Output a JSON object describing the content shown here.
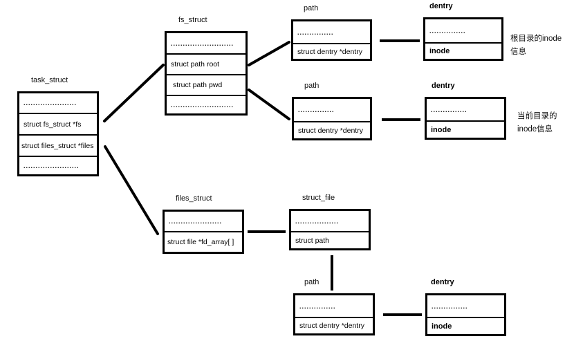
{
  "diagram": {
    "background_color": "#ffffff",
    "stroke_color": "#000000",
    "nodes": {
      "task_struct": {
        "title": "task_struct",
        "rows": [
          "......................",
          "struct fs_struct *fs",
          "struct files_struct *files",
          "......................."
        ]
      },
      "fs_struct": {
        "title": "fs_struct",
        "rows": [
          "..........................",
          "struct path root",
          "struct path pwd",
          ".........................."
        ]
      },
      "path_root": {
        "title": "path",
        "rows": [
          "...............",
          "struct dentry *dentry"
        ]
      },
      "dentry_root": {
        "title": "dentry",
        "rows": [
          "...............",
          "inode"
        ]
      },
      "path_pwd": {
        "title": "path",
        "rows": [
          "...............",
          "struct dentry *dentry"
        ]
      },
      "dentry_pwd": {
        "title": "dentry",
        "rows": [
          "...............",
          "inode"
        ]
      },
      "files_struct": {
        "title": "files_struct",
        "rows": [
          "......................",
          "struct file *fd_array[ ]"
        ]
      },
      "struct_file": {
        "title": "struct_file",
        "rows": [
          "..................",
          "struct path"
        ]
      },
      "path_file": {
        "title": "path",
        "rows": [
          "...............",
          "struct dentry *dentry"
        ]
      },
      "dentry_file": {
        "title": "dentry",
        "rows": [
          "...............",
          "inode"
        ]
      }
    },
    "annotations": {
      "root_note": {
        "line1": "根目录的inode",
        "line2": "信息"
      },
      "pwd_note": {
        "line1": "当前目录的",
        "line2": "inode信息"
      }
    },
    "edges": [
      {
        "from": "task_struct.fs",
        "to": "fs_struct"
      },
      {
        "from": "task_struct.files",
        "to": "files_struct"
      },
      {
        "from": "fs_struct.root",
        "to": "path_root"
      },
      {
        "from": "fs_struct.pwd",
        "to": "path_pwd"
      },
      {
        "from": "path_root.dentry",
        "to": "dentry_root"
      },
      {
        "from": "path_pwd.dentry",
        "to": "dentry_pwd"
      },
      {
        "from": "files_struct.fd_array",
        "to": "struct_file"
      },
      {
        "from": "struct_file.path",
        "to": "path_file"
      },
      {
        "from": "path_file.dentry",
        "to": "dentry_file"
      }
    ]
  }
}
